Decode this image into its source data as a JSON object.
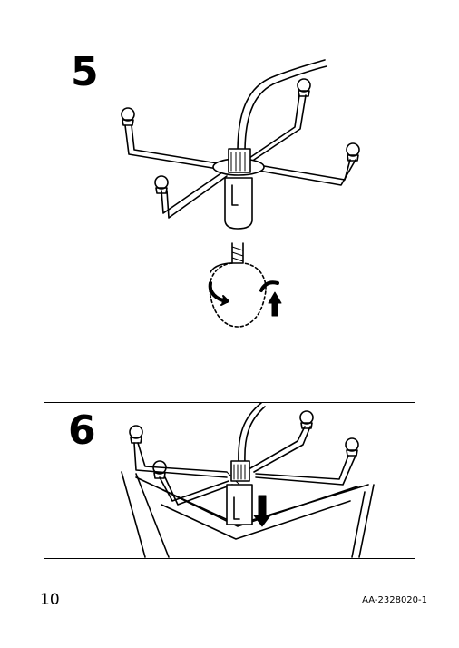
{
  "steps": [
    {
      "number": "5",
      "illustration": "Bulb screwed into the lamp socket (rotate clockwise and push up)"
    },
    {
      "number": "6",
      "illustration": "Light fitting lowered into the shade"
    }
  ],
  "footer": {
    "page_number": "10",
    "doc_code": "AA-2328020-1"
  },
  "icons": [
    "rotate-arrow-icon",
    "up-arrow-icon",
    "down-arrow-icon"
  ]
}
